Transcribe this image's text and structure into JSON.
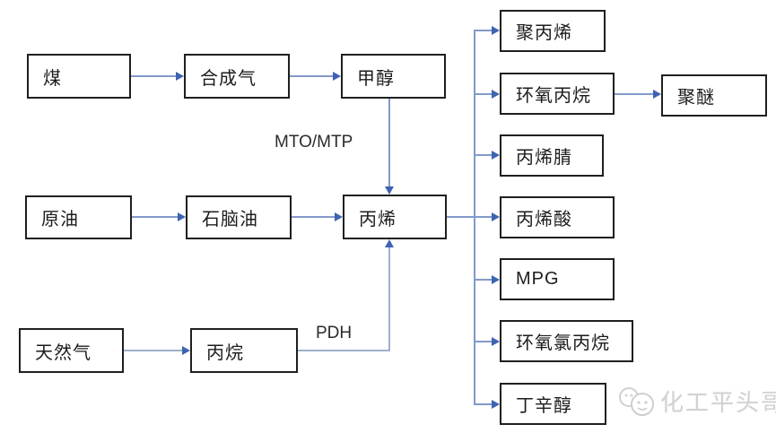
{
  "diagram": {
    "nodes": {
      "coal": {
        "label": "煤"
      },
      "syngas": {
        "label": "合成气"
      },
      "methanol": {
        "label": "甲醇"
      },
      "crude_oil": {
        "label": "原油"
      },
      "naphtha": {
        "label": "石脑油"
      },
      "propylene": {
        "label": "丙烯"
      },
      "natural_gas": {
        "label": "天然气"
      },
      "propane": {
        "label": "丙烷"
      },
      "polypropylene": {
        "label": "聚丙烯"
      },
      "propylene_oxide": {
        "label": "环氧丙烷"
      },
      "polyether": {
        "label": "聚醚"
      },
      "acrylonitrile": {
        "label": "丙烯腈"
      },
      "acrylic_acid": {
        "label": "丙烯酸"
      },
      "mpg": {
        "label": "MPG"
      },
      "epichlorohydrin": {
        "label": "环氧氯丙烷"
      },
      "butanol_octanol": {
        "label": "丁辛醇"
      }
    },
    "edge_labels": {
      "mto_mtp": "MTO/MTP",
      "pdh": "PDH"
    },
    "edges": [
      {
        "from": "煤",
        "to": "合成气"
      },
      {
        "from": "合成气",
        "to": "甲醇"
      },
      {
        "from": "甲醇",
        "to": "丙烯",
        "label": "MTO/MTP"
      },
      {
        "from": "原油",
        "to": "石脑油"
      },
      {
        "from": "石脑油",
        "to": "丙烯"
      },
      {
        "from": "天然气",
        "to": "丙烷"
      },
      {
        "from": "丙烷",
        "to": "丙烯",
        "label": "PDH"
      },
      {
        "from": "丙烯",
        "to": "聚丙烯"
      },
      {
        "from": "丙烯",
        "to": "环氧丙烷"
      },
      {
        "from": "丙烯",
        "to": "丙烯腈"
      },
      {
        "from": "丙烯",
        "to": "丙烯酸"
      },
      {
        "from": "丙烯",
        "to": "MPG"
      },
      {
        "from": "丙烯",
        "to": "环氧氯丙烷"
      },
      {
        "from": "丙烯",
        "to": "丁辛醇"
      },
      {
        "from": "环氧丙烷",
        "to": "聚醚"
      }
    ],
    "colors": {
      "line": "#8299c9",
      "arrowhead": "#3d63b2",
      "box_border": "#1f1f1f"
    },
    "watermark": {
      "text": "化工平头哥"
    }
  }
}
